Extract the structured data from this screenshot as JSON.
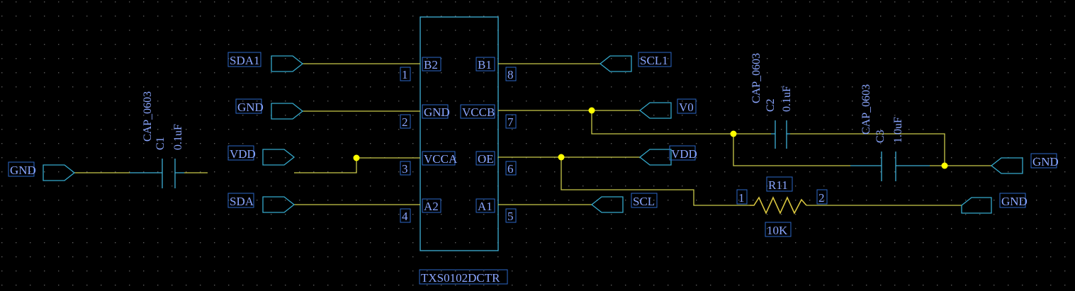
{
  "ic": {
    "part": "TXS0102DCTR",
    "left_pins": [
      {
        "name": "B2",
        "num": "1"
      },
      {
        "name": "GND",
        "num": "2"
      },
      {
        "name": "VCCA",
        "num": "3"
      },
      {
        "name": "A2",
        "num": "4"
      }
    ],
    "right_pins": [
      {
        "name": "B1",
        "num": "8"
      },
      {
        "name": "VCCB",
        "num": "7"
      },
      {
        "name": "OE",
        "num": "6"
      },
      {
        "name": "A1",
        "num": "5"
      }
    ]
  },
  "nets": {
    "left": [
      "SDA1",
      "GND",
      "VDD",
      "SDA"
    ],
    "right": [
      "SCL1",
      "V0",
      "VDD",
      "SCL"
    ],
    "c1_gnd": "GND",
    "c3_gnd": "GND",
    "r11_gnd": "GND"
  },
  "c1": {
    "ref": "C1",
    "footprint": "CAP_0603",
    "value": "0.1uF"
  },
  "c2": {
    "ref": "C2",
    "footprint": "CAP_0603",
    "value": "0.1uF"
  },
  "c3": {
    "ref": "C3",
    "footprint": "CAP_0603",
    "value": "1.0uF"
  },
  "r11": {
    "ref": "R11",
    "value": "10K",
    "pin1": "1",
    "pin2": "2"
  },
  "colors": {
    "background": "#000000",
    "wire": "#c9c94a",
    "component": "#3fb0d6",
    "label": "#8aa6ff",
    "junction": "#ffff00",
    "grid": "#5a5a5a"
  }
}
